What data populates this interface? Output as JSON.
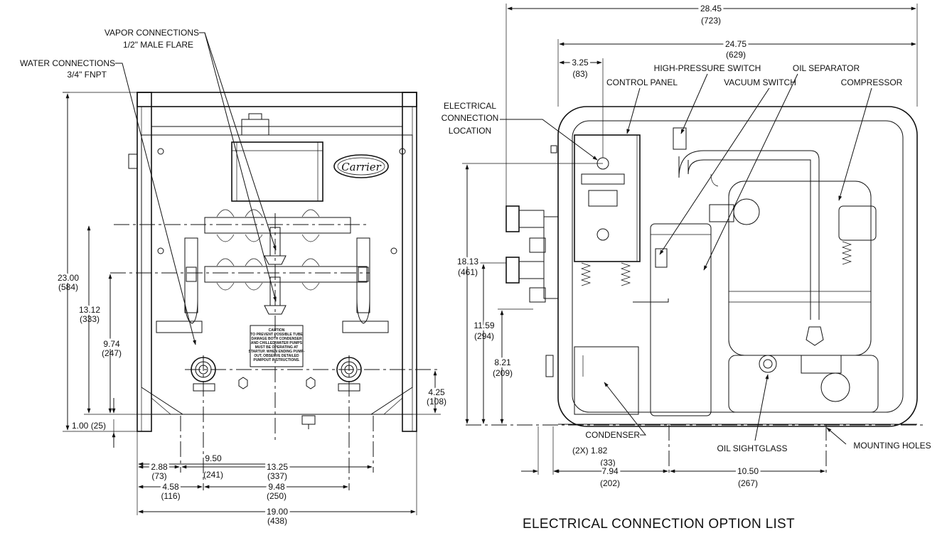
{
  "brand": "Carrier",
  "title": "ELECTRICAL CONNECTION OPTION LIST",
  "labels": {
    "vapor_connections": "VAPOR CONNECTIONS",
    "vapor_spec": "1/2\" MALE FLARE",
    "water_connections": "WATER CONNECTIONS",
    "water_spec": "3/4\" FNPT",
    "electrical_1": "ELECTRICAL",
    "electrical_2": "CONNECTION",
    "electrical_3": "LOCATION",
    "control_panel": "CONTROL PANEL",
    "high_pressure_switch": "HIGH-PRESSURE SWITCH",
    "vacuum_switch": "VACUUM SWITCH",
    "oil_separator": "OIL SEPARATOR",
    "compressor": "COMPRESSOR",
    "condenser": "CONDENSER",
    "oil_sightglass": "OIL SIGHTGLASS",
    "mounting_holes": "MOUNTING HOLES"
  },
  "caution": {
    "line1": "CAUTION",
    "line2": "TO PREVENT POSSIBLE TUBE",
    "line3": "DAMAGE BOTH CONDENSER",
    "line4": "AND CHILLED WATER PUMPS",
    "line5": "MUST BE OPERATING AT",
    "line6": "STARTUP. WHEN ENDING PUMP-",
    "line7": "OUT, OBSERVE DETAILED",
    "line8": "PUMPOUT INSTRUCTIONS."
  },
  "front_dimensions": {
    "height_total": "23.00",
    "height_total_mm": "(584)",
    "height_13": "13.12",
    "height_13_mm": "(333)",
    "height_9": "9.74",
    "height_9_mm": "(247)",
    "height_4": "4.25",
    "height_4_mm": "(108)",
    "base": "1.00 (25)",
    "w_950": "9.50",
    "w_950_mm": "(241)",
    "w_288": "2.88",
    "w_288_mm": "(73)",
    "w_1325": "13.25",
    "w_1325_mm": "(337)",
    "w_458": "4.58",
    "w_458_mm": "(116)",
    "w_948": "9.48",
    "w_948_mm": "(250)",
    "w_1900": "19.00",
    "w_1900_mm": "(438)"
  },
  "side_dimensions": {
    "w_2845": "28.45",
    "w_2845_mm": "(723)",
    "w_2475": "24.75",
    "w_2475_mm": "(629)",
    "w_325": "3.25",
    "w_325_mm": "(83)",
    "h_1813": "18.13",
    "h_1813_mm": "(461)",
    "h_1159": "11.59",
    "h_1159_mm": "(294)",
    "h_821": "8.21",
    "h_821_mm": "(209)",
    "w_182": "(2X) 1.82",
    "w_182_mm": "(33)",
    "w_794": "7.94",
    "w_794_mm": "(202)",
    "w_1050": "10.50",
    "w_1050_mm": "(267)"
  }
}
